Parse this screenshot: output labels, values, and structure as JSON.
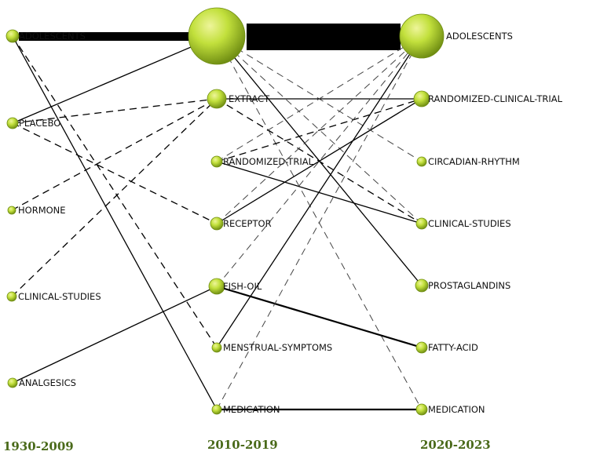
{
  "colors": {
    "node_light": "#e6f27a",
    "node_mid": "#b4d62c",
    "node_dark": "#6f8d12",
    "edge": "#000000",
    "period_label": "#4a6a1a"
  },
  "periods": [
    {
      "id": "p1",
      "label": "1930-2009"
    },
    {
      "id": "p2",
      "label": "2010-2019"
    },
    {
      "id": "p3",
      "label": "2020-2023"
    }
  ],
  "nodes": [
    {
      "id": "a_adolescents",
      "period": "p1",
      "label": "ADOLESCENTS"
    },
    {
      "id": "a_placebo",
      "period": "p1",
      "label": "PLACEBO"
    },
    {
      "id": "a_hormone",
      "period": "p1",
      "label": "HORMONE"
    },
    {
      "id": "a_clinical",
      "period": "p1",
      "label": "CLINICAL-STUDIES"
    },
    {
      "id": "a_analgesics",
      "period": "p1",
      "label": "ANALGESICS"
    },
    {
      "id": "b_big",
      "period": "p2",
      "label": ""
    },
    {
      "id": "b_extract",
      "period": "p2",
      "label": "EXTRACT"
    },
    {
      "id": "b_randtrial",
      "period": "p2",
      "label": "RANDOMIZED-TRIAL"
    },
    {
      "id": "b_receptor",
      "period": "p2",
      "label": "RECEPTOR"
    },
    {
      "id": "b_fishoil",
      "period": "p2",
      "label": "FISH-OIL"
    },
    {
      "id": "b_menstrual",
      "period": "p2",
      "label": "MENSTRUAL-SYMPTOMS"
    },
    {
      "id": "b_medication",
      "period": "p2",
      "label": "MEDICATION"
    },
    {
      "id": "c_adolescents",
      "period": "p3",
      "label": "ADOLESCENTS"
    },
    {
      "id": "c_rct",
      "period": "p3",
      "label": "RANDOMIZED-CLINICAL-TRIAL"
    },
    {
      "id": "c_circadian",
      "period": "p3",
      "label": "CIRCADIAN-RHYTHM"
    },
    {
      "id": "c_clinical",
      "period": "p3",
      "label": "CLINICAL-STUDIES"
    },
    {
      "id": "c_prostaglandins",
      "period": "p3",
      "label": "PROSTAGLANDINS"
    },
    {
      "id": "c_fatty",
      "period": "p3",
      "label": "FATTY-ACID"
    },
    {
      "id": "c_medication",
      "period": "p3",
      "label": "MEDICATION"
    }
  ],
  "edges": [
    {
      "from": "a_adolescents",
      "to": "b_big",
      "style": "thick"
    },
    {
      "from": "b_big",
      "to": "c_adolescents",
      "style": "thick"
    },
    {
      "from": "a_placebo",
      "to": "b_big",
      "style": "solid"
    },
    {
      "from": "a_adolescents",
      "to": "b_medication",
      "style": "solid"
    },
    {
      "from": "a_adolescents",
      "to": "b_menstrual",
      "style": "dashed"
    },
    {
      "from": "a_placebo",
      "to": "b_extract",
      "style": "dashed"
    },
    {
      "from": "a_placebo",
      "to": "b_receptor",
      "style": "dashed"
    },
    {
      "from": "a_hormone",
      "to": "b_extract",
      "style": "dashed"
    },
    {
      "from": "a_clinical",
      "to": "b_extract",
      "style": "dashed"
    },
    {
      "from": "a_analgesics",
      "to": "b_fishoil",
      "style": "solid"
    },
    {
      "from": "b_big",
      "to": "c_circadian",
      "style": "dashed"
    },
    {
      "from": "b_big",
      "to": "c_clinical",
      "style": "dashed"
    },
    {
      "from": "b_big",
      "to": "c_prostaglandins",
      "style": "solid"
    },
    {
      "from": "b_big",
      "to": "c_medication",
      "style": "dashed"
    },
    {
      "from": "b_extract",
      "to": "c_rct",
      "style": "solid"
    },
    {
      "from": "b_extract",
      "to": "c_clinical",
      "style": "dashed"
    },
    {
      "from": "b_randtrial",
      "to": "c_adolescents",
      "style": "dashed"
    },
    {
      "from": "b_randtrial",
      "to": "c_rct",
      "style": "dashed"
    },
    {
      "from": "b_randtrial",
      "to": "c_clinical",
      "style": "solid"
    },
    {
      "from": "b_receptor",
      "to": "c_adolescents",
      "style": "dashed"
    },
    {
      "from": "b_receptor",
      "to": "c_rct",
      "style": "solid"
    },
    {
      "from": "b_fishoil",
      "to": "c_adolescents",
      "style": "dashed"
    },
    {
      "from": "b_fishoil",
      "to": "c_fatty",
      "style": "solid-bold"
    },
    {
      "from": "b_menstrual",
      "to": "c_adolescents",
      "style": "solid"
    },
    {
      "from": "b_medication",
      "to": "c_adolescents",
      "style": "dashed"
    },
    {
      "from": "b_medication",
      "to": "c_medication",
      "style": "solid-bold"
    }
  ]
}
